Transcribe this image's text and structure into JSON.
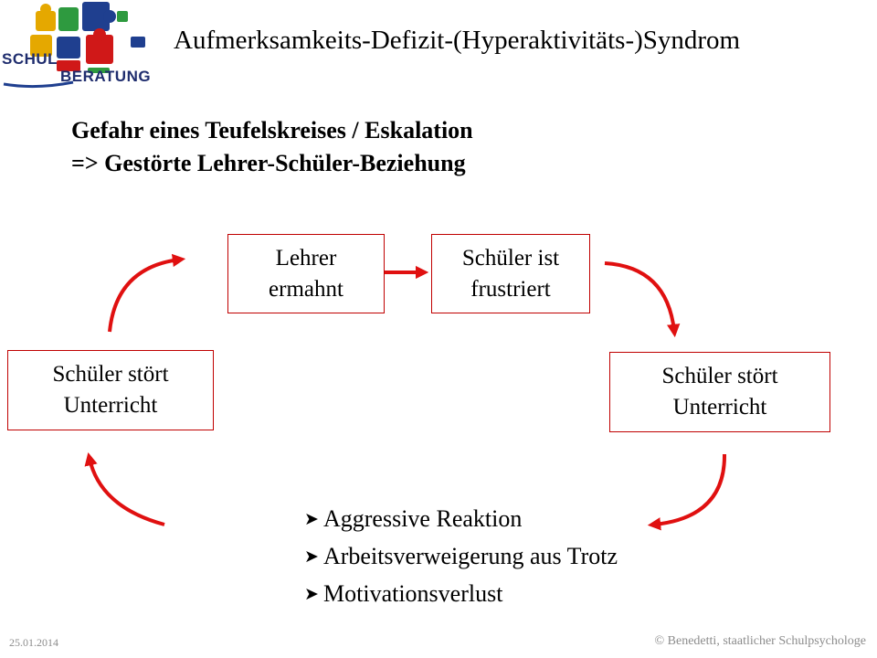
{
  "header": {
    "logo": {
      "line1": "SCHUL",
      "line2": "BERATUNG"
    },
    "title": "Aufmerksamkeits-Defizit-(Hyperaktivitäts-)Syndrom"
  },
  "subtitle": {
    "line1": "Gefahr eines Teufelskreises / Eskalation",
    "line2": "=> Gestörte Lehrer-Schüler-Beziehung"
  },
  "cycle": {
    "box_teacher": {
      "line1": "Lehrer",
      "line2": "ermahnt"
    },
    "box_frustrated": {
      "line1": "Schüler ist",
      "line2": "frustriert"
    },
    "box_disturbs_right": {
      "line1": "Schüler stört",
      "line2": "Unterricht"
    },
    "box_disturbs_left": {
      "line1": "Schüler stört",
      "line2": "Unterricht"
    }
  },
  "reactions": [
    "Aggressive Reaktion",
    "Arbeitsverweigerung aus Trotz",
    "Motivationsverlust"
  ],
  "footer": {
    "date": "25.01.2014",
    "copyright": "© Benedetti, staatlicher Schulpsychologe"
  },
  "colors": {
    "accent": "#e01010",
    "box_border": "#c00000",
    "logo_text": "#1f2d6e"
  },
  "icons": {
    "bullet": "arrowhead-bullet-icon"
  }
}
